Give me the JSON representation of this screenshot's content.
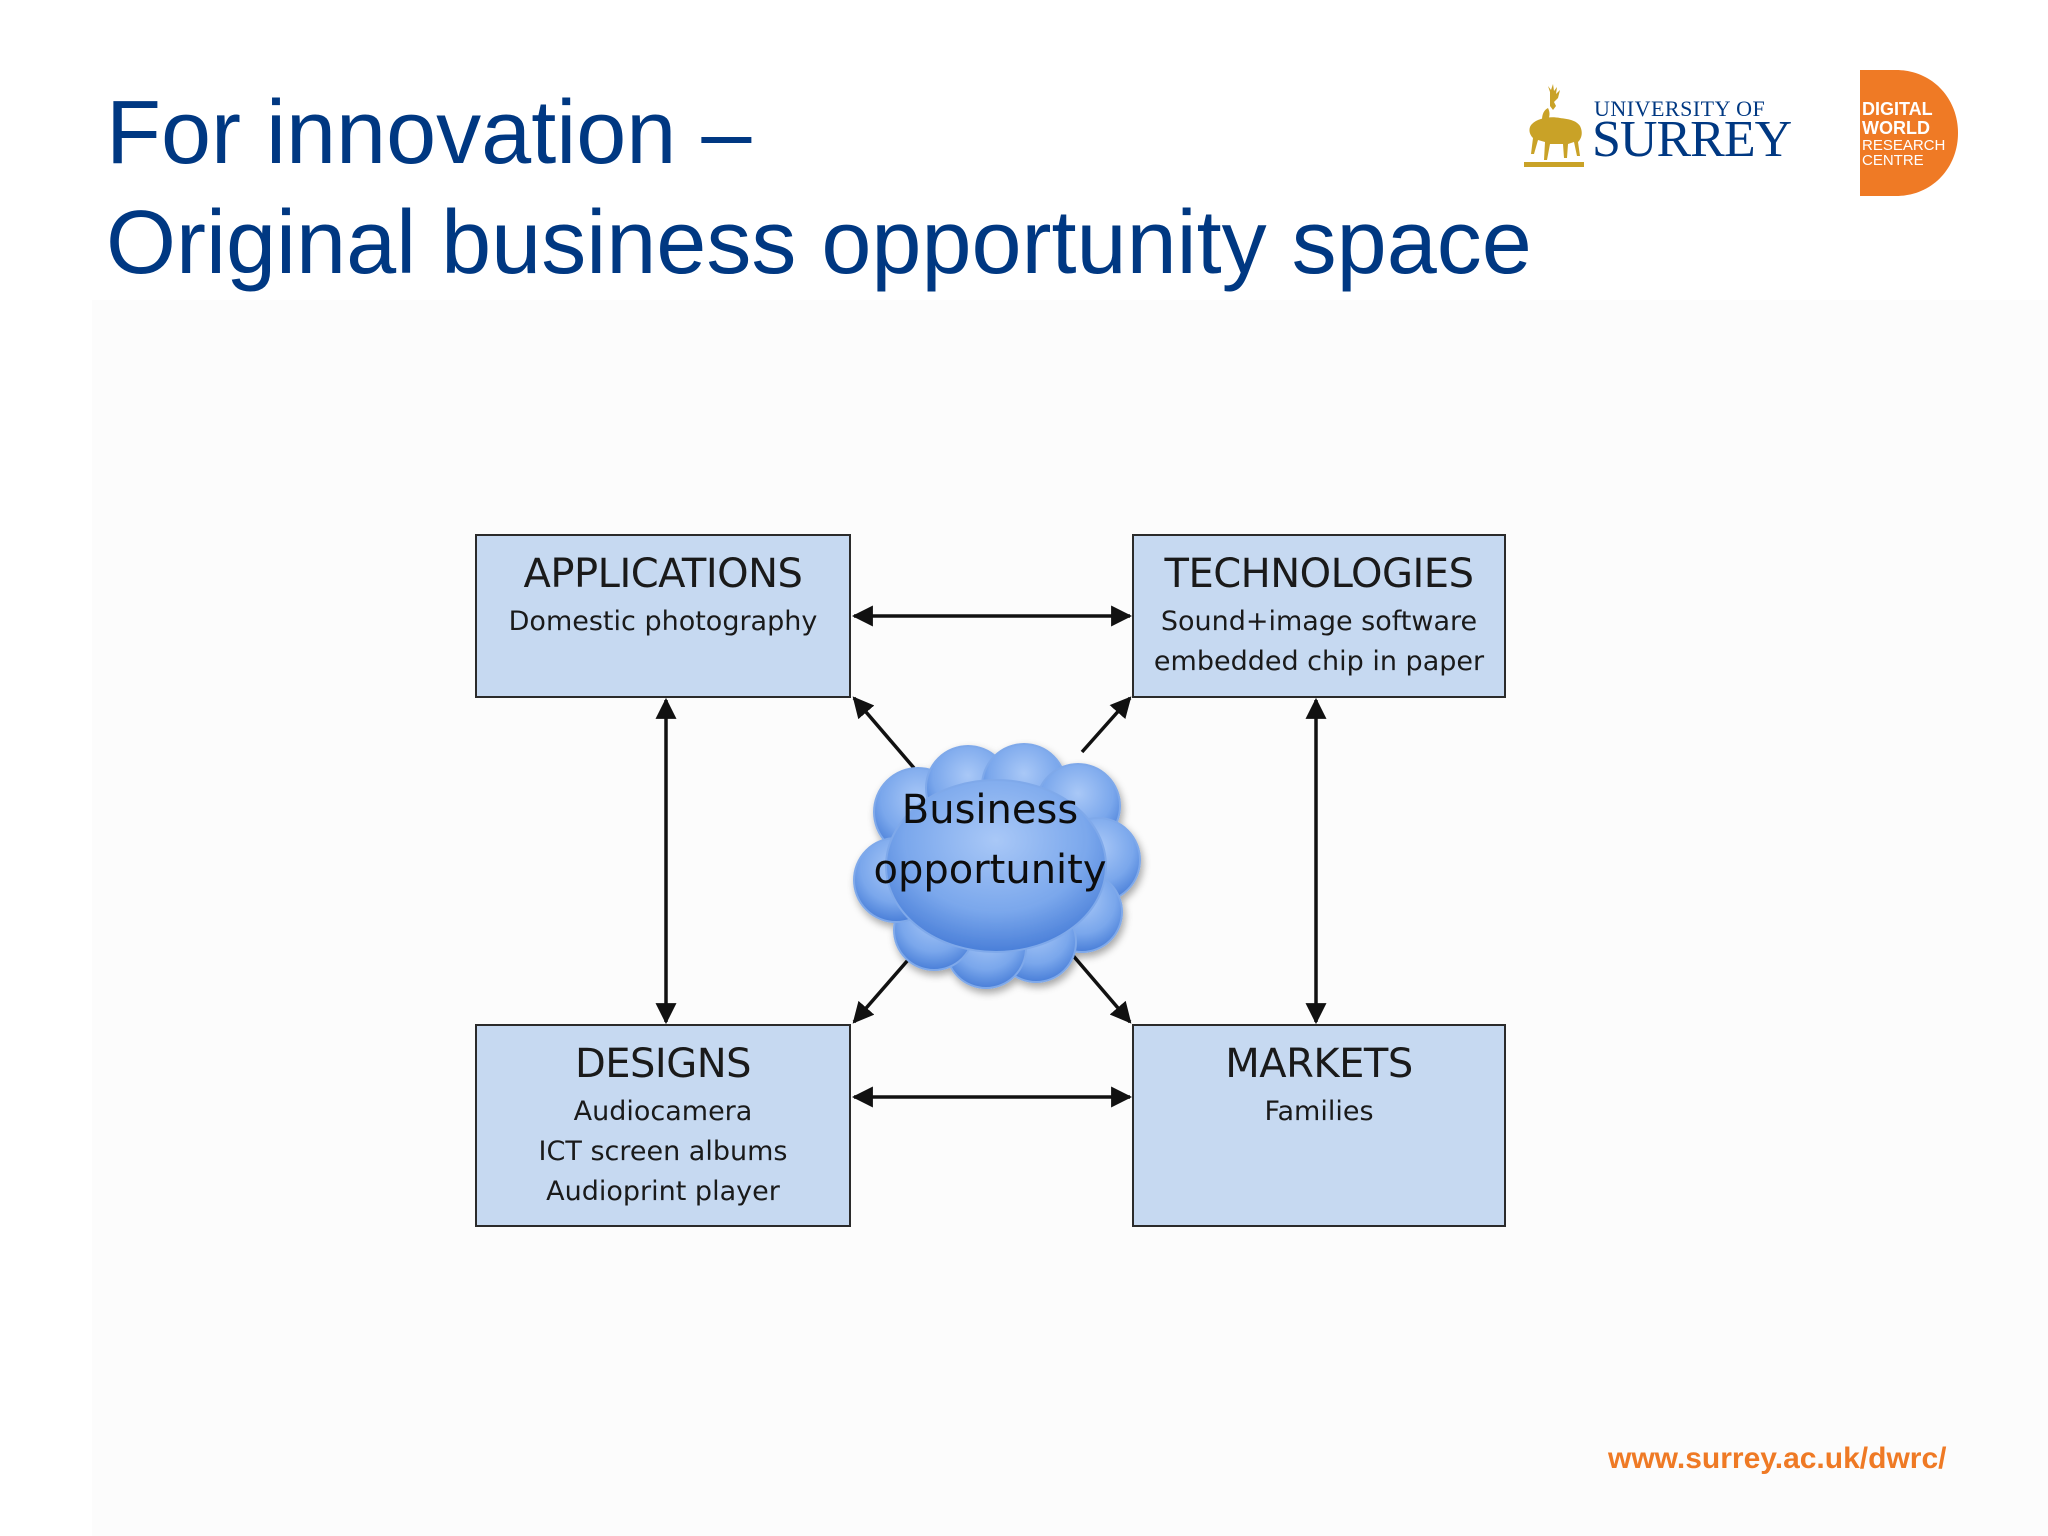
{
  "slide": {
    "title_lines": [
      "For innovation –",
      "Original business opportunity space"
    ],
    "footer_url": "www.surrey.ac.uk/dwrc/"
  },
  "logos": {
    "surrey": {
      "line1": "UNIVERSITY OF",
      "line2": "SURREY",
      "color": "#003882",
      "stag_color": "#c9a227"
    },
    "dwrc": {
      "lines": [
        "DIGITAL",
        "WORLD",
        "RESEARCH",
        "CENTRE"
      ],
      "color": "#ef7a25"
    }
  },
  "diagram": {
    "center": {
      "lines": [
        "Business",
        "opportunity"
      ]
    },
    "boxes": {
      "applications": {
        "heading": "APPLICATIONS",
        "items": [
          "Domestic photography"
        ]
      },
      "technologies": {
        "heading": "TECHNOLOGIES",
        "items": [
          "Sound+image software",
          "embedded chip in paper"
        ]
      },
      "designs": {
        "heading": "DESIGNS",
        "items": [
          "Audiocamera",
          "ICT screen albums",
          "Audioprint player"
        ]
      },
      "markets": {
        "heading": "MARKETS",
        "items": [
          "Families"
        ]
      }
    },
    "colors": {
      "box_fill": "#c6d9f1",
      "cloud_fill": "#6f9fe8",
      "title": "#003882",
      "accent": "#ef7a25"
    }
  }
}
